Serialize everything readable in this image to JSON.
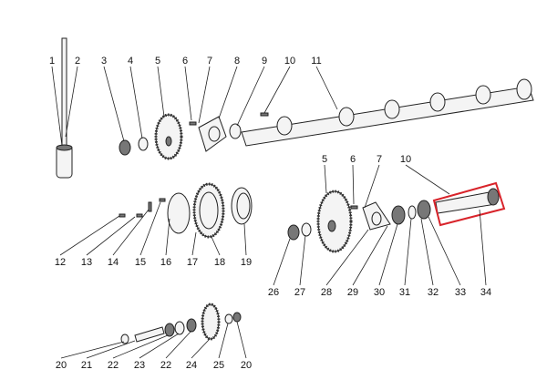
{
  "diagram": {
    "type": "exploded parts diagram",
    "labels_top": [
      "1",
      "2",
      "3",
      "4",
      "5",
      "6",
      "7",
      "8",
      "9",
      "10",
      "11"
    ],
    "labels_middle_left": [
      "12",
      "13",
      "14",
      "15",
      "16",
      "17",
      "18",
      "19"
    ],
    "labels_right_top": [
      "5",
      "6",
      "7",
      "10"
    ],
    "labels_right_bottom": [
      "26",
      "27",
      "28",
      "29",
      "30",
      "31",
      "32",
      "33",
      "34"
    ],
    "labels_bottom": [
      "20",
      "21",
      "22",
      "23",
      "22",
      "24",
      "25",
      "20"
    ],
    "highlight": {
      "part": "34",
      "color": "#d8232a"
    }
  }
}
